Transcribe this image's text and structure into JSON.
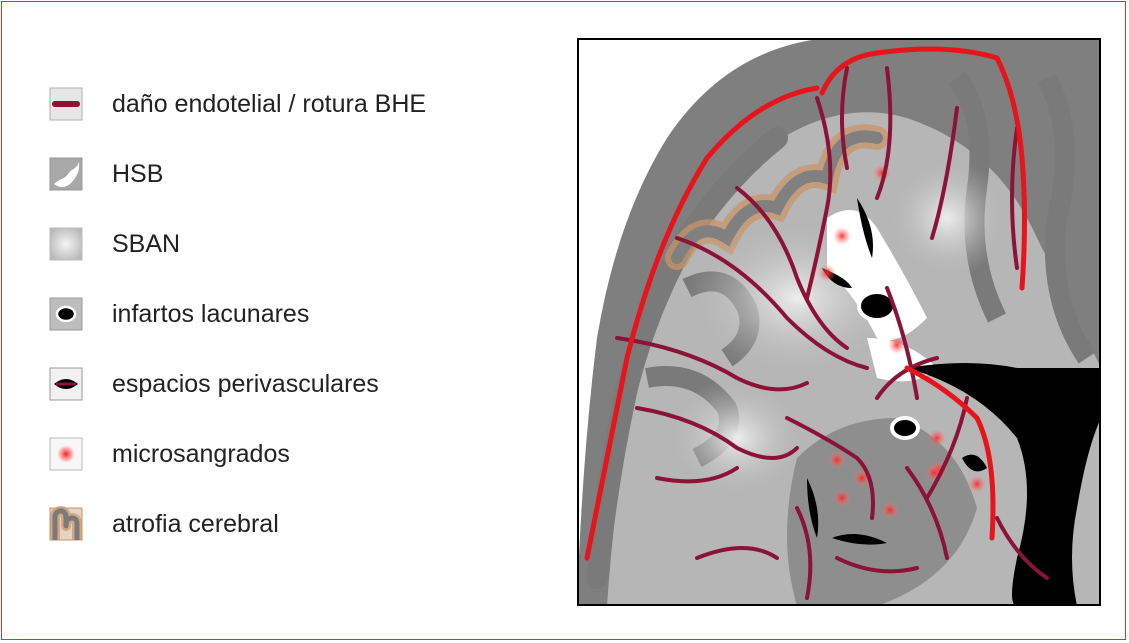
{
  "legend": {
    "items": [
      {
        "name": "legend-item-endothelial-damage",
        "icon": "dark-red-line-icon",
        "label": "daño endotelial / rotura BHE"
      },
      {
        "name": "legend-item-hsb",
        "icon": "white-lesion-icon",
        "label": "HSB"
      },
      {
        "name": "legend-item-sban",
        "icon": "light-gray-square-icon",
        "label": "SBAN"
      },
      {
        "name": "legend-item-lacunar-infarcts",
        "icon": "black-oval-icon",
        "label": "infartos lacunares"
      },
      {
        "name": "legend-item-perivascular-spaces",
        "icon": "lens-shaped-icon",
        "label": "espacios perivasculares"
      },
      {
        "name": "legend-item-microbleeds",
        "icon": "red-dot-icon",
        "label": "microsangrados"
      },
      {
        "name": "legend-item-cerebral-atrophy",
        "icon": "atrophy-gyrus-icon",
        "label": "atrofia cerebral"
      }
    ]
  },
  "colors": {
    "frame_border": "#cc3a33",
    "endothelial_damage": "#8c1238",
    "bbb_rupture": "#e8141c",
    "gray_matter": "#808080",
    "white_matter": "#b4b4b4",
    "atrophy_halo": "#c8946a",
    "microbleed": "#ff2020"
  }
}
